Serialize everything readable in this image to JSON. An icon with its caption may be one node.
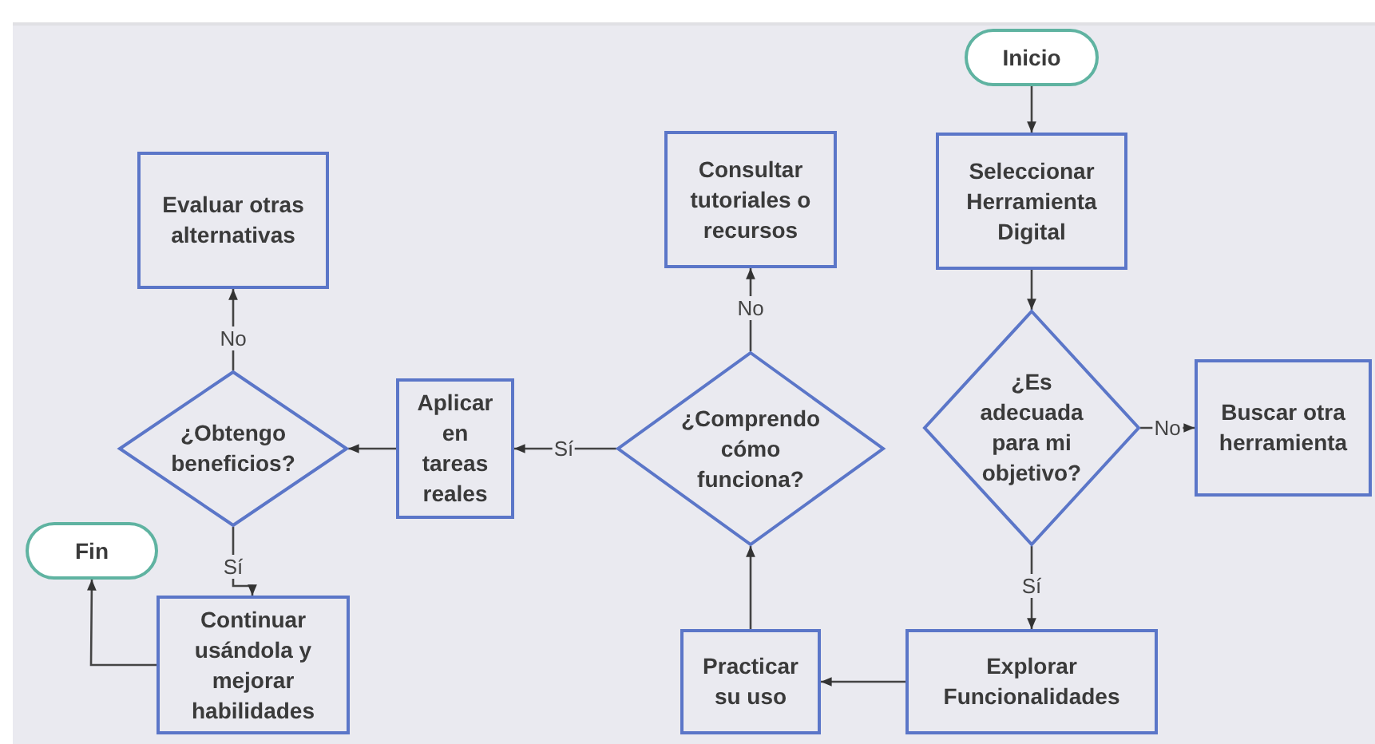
{
  "diagram": {
    "nodes": [
      {
        "text": [
          "Inicio"
        ]
      },
      {
        "text": [
          "Seleccionar Herramienta Digital"
        ]
      },
      {
        "text": [
          "¿Es adecuada para mi objetivo?"
        ]
      },
      {
        "text": [
          "Buscar otra herramienta"
        ]
      },
      {
        "text": [
          "Explorar Funcionalidades"
        ]
      },
      {
        "text": [
          "Practicar su uso"
        ]
      },
      {
        "text": [
          "¿Comprendo cómo funciona?"
        ]
      },
      {
        "text": [
          "Consultar tutoriales o recursos"
        ]
      },
      {
        "text": [
          "Aplicar en tareas reales"
        ]
      },
      {
        "text": [
          "¿Obtengo beneficios?"
        ]
      },
      {
        "text": [
          "Evaluar otras alternativas"
        ]
      },
      {
        "text": [
          "Fin"
        ]
      },
      {
        "text": [
          "Continuar usándola y mejorar habilidades"
        ]
      }
    ],
    "edges": [
      {
        "from": 0,
        "to": 1,
        "arrow": "to"
      },
      {
        "from": 1,
        "to": 2,
        "arrow": "to"
      },
      {
        "from": 2,
        "to": 3,
        "arrow": "to",
        "label": "No"
      },
      {
        "from": 2,
        "to": 4,
        "arrow": "to",
        "label": "Sí"
      },
      {
        "from": 4,
        "to": 5,
        "arrow": "to"
      },
      {
        "from": 5,
        "to": 6,
        "arrow": "to"
      },
      {
        "from": 6,
        "to": 7,
        "arrow": "to",
        "label": "No"
      },
      {
        "from": 6,
        "to": 8,
        "arrow": "to",
        "label": "Sí"
      },
      {
        "from": 8,
        "to": 9,
        "arrow": "to"
      },
      {
        "from": 9,
        "to": 10,
        "arrow": "to",
        "label": "No"
      },
      {
        "from": 9,
        "to": 12,
        "arrow": "to",
        "label": "Sí"
      },
      {
        "from": 12,
        "to": 11,
        "arrow": "to"
      }
    ]
  }
}
